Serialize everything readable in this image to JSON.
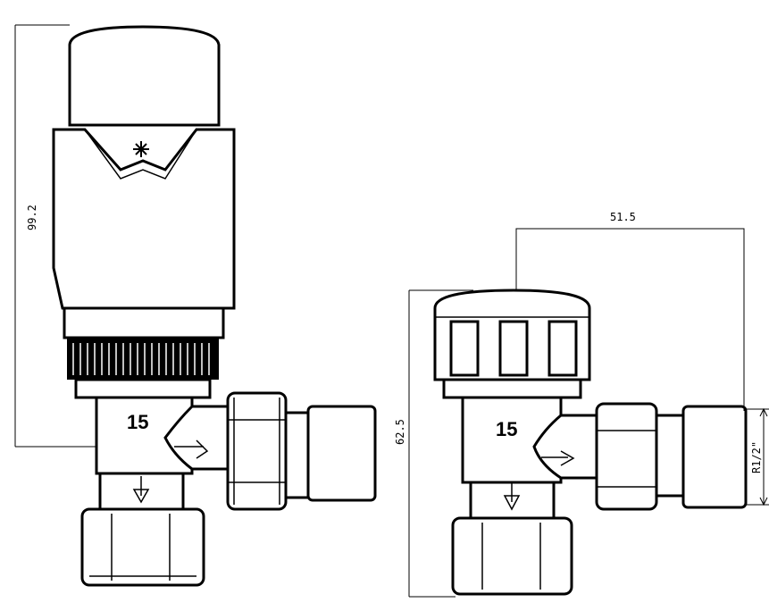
{
  "dimensions": {
    "left_height": "99.2",
    "right_width": "51.5",
    "right_height": "62.5",
    "thread": "R1/2\""
  },
  "left_valve": {
    "size_label": "15",
    "head_icon": "snowflake-icon"
  },
  "right_valve": {
    "size_label": "15"
  },
  "colors": {
    "line": "#000000",
    "background": "#ffffff"
  }
}
